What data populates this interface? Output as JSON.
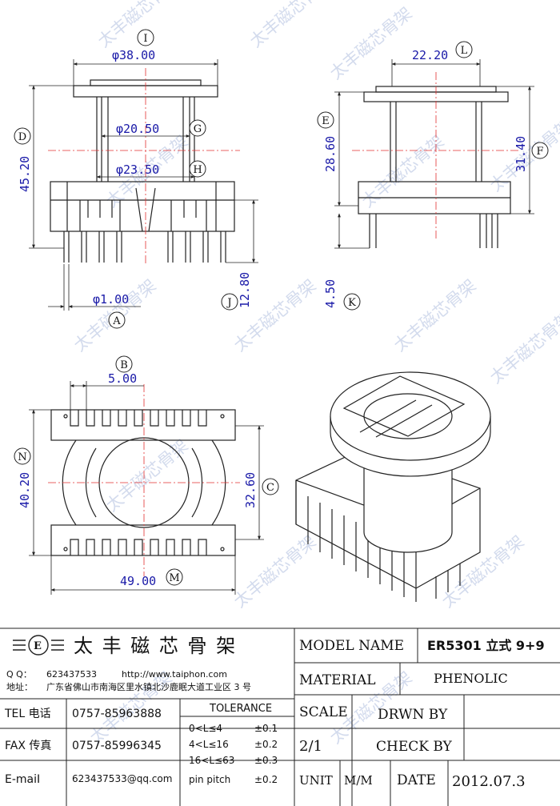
{
  "dimensions": {
    "I": "φ38.00",
    "L": "22.20",
    "D": "45.20",
    "G": "φ20.50",
    "H": "φ23.50",
    "E": "28.60",
    "F": "31.40",
    "J": "12.80",
    "K": "4.50",
    "A": "φ1.00",
    "B": "5.00",
    "N": "40.20",
    "C": "32.60",
    "M": "49.00"
  },
  "dim_letters": [
    "I",
    "L",
    "D",
    "G",
    "H",
    "E",
    "F",
    "J",
    "K",
    "A",
    "B",
    "N",
    "C",
    "M"
  ],
  "watermark": "太丰磁芯骨架",
  "company": {
    "name": "太 丰 磁 芯 骨 架",
    "qq_label": "Q Q：",
    "qq": "623437533",
    "website": "http://www.taiphon.com",
    "address_label": "地址：",
    "address": "广东省佛山市南海区里水镇北沙鹿眠大道工业区 3 号"
  },
  "contact": {
    "tel_label": "TEL 电话",
    "tel": "0757-85963888",
    "fax_label": "FAX 传真",
    "fax": "0757-85996345",
    "email_label": "E-maiI",
    "email": "623437533@qq.com"
  },
  "tolerance": {
    "title": "TOLERANCE",
    "rows": [
      {
        "range": "0<L≤4",
        "value": "±0.1"
      },
      {
        "range": "4<L≤16",
        "value": "±0.2"
      },
      {
        "range": "16<L≤63",
        "value": "±0.3"
      },
      {
        "range": "pin pitch",
        "value": "±0.2"
      }
    ]
  },
  "titleblock": {
    "model_label": "MODEL NAME",
    "model": "ER5301 立式 9+9",
    "material_label": "MATERIAL",
    "material": "PHENOLIC",
    "scale_label": "SCALE",
    "scale": "2/1",
    "drawn_label": "DRWN BY",
    "check_label": "CHECK BY",
    "unit_label": "UNIT",
    "unit": "M/M",
    "date_label": "DATE",
    "date": "2012.07.3"
  }
}
